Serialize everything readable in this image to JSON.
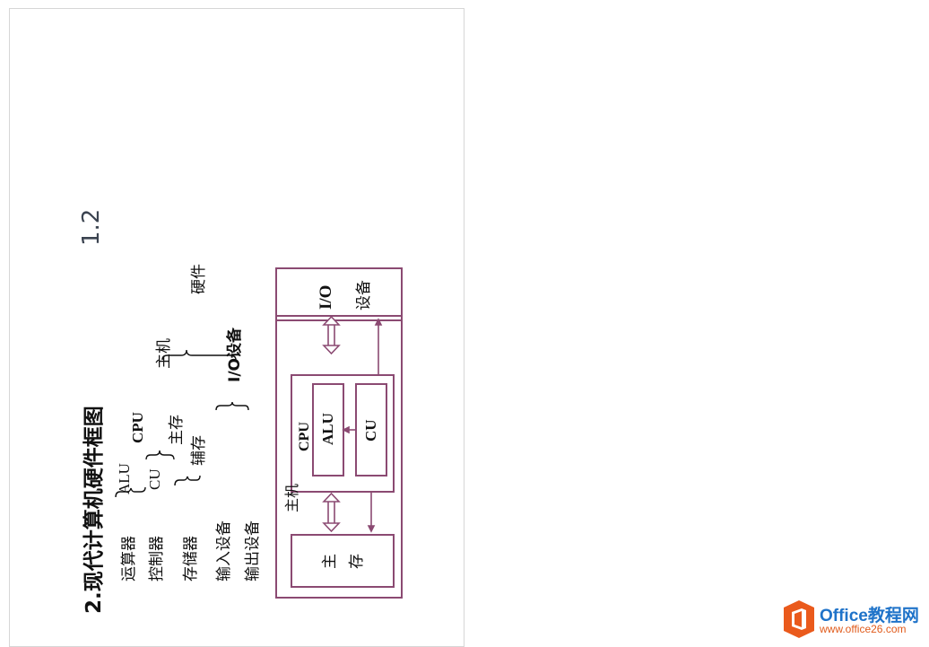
{
  "slide": {
    "number": "1.2",
    "heading": "2.现代计算机硬件框图",
    "tree": {
      "alu_label": "运算器",
      "alu_abbr": "ALU",
      "cu_label": "控制器",
      "cu_abbr": "CU",
      "cpu": "CPU",
      "mem_label": "存储器",
      "main_mem": "主存",
      "aux_mem": "辅存",
      "host": "主机",
      "input": "输入设备",
      "output": "输出设备",
      "io": "I/O设备",
      "hardware": "硬件"
    },
    "diagram": {
      "host_label": "主机",
      "main_mem_1": "主",
      "main_mem_2": "存",
      "cpu": "CPU",
      "alu": "ALU",
      "cu": "CU",
      "io_1": "I/O",
      "io_2": "设备"
    }
  },
  "colors": {
    "diagram_line": "#8b4a72",
    "heading_number": "#3b4350"
  },
  "logo": {
    "main": "Office教程网",
    "sub": "www.office26.com",
    "icon": "office-logo-icon"
  }
}
